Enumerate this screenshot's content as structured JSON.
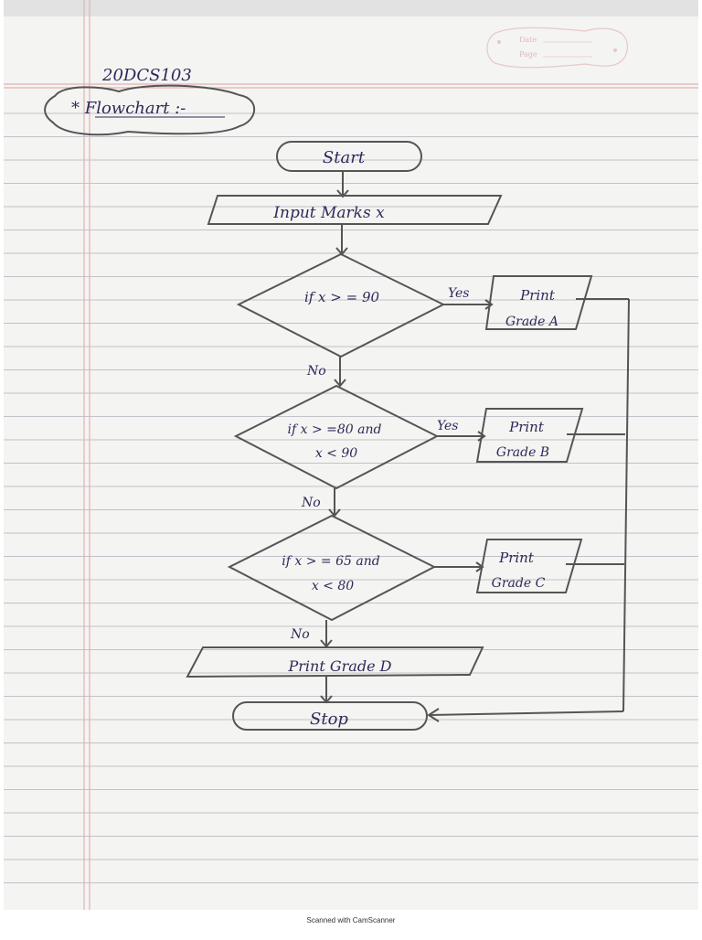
{
  "header": {
    "roll_no": "20DCS103",
    "title": "* Flowchart :-",
    "date_label": "Date",
    "page_label": "Page"
  },
  "flow": {
    "start": "Start",
    "input": "Input   Marks   x",
    "d1": {
      "line1": "if    x > = 90"
    },
    "d2": {
      "line1": "if  x > =80  and",
      "line2": "x < 90"
    },
    "d3": {
      "line1": "if  x > = 65  and",
      "line2": "x < 80"
    },
    "o1": {
      "line1": "Print",
      "line2": "Grade  A"
    },
    "o2": {
      "line1": "Print",
      "line2": "Grade  B"
    },
    "o3": {
      "line1": "Print",
      "line2": "Grade  C"
    },
    "o4": "Print   Grade   D",
    "stop": "Stop",
    "yes": "Yes",
    "no": "No"
  },
  "footer": {
    "scanner": "Scanned with CamScanner"
  }
}
